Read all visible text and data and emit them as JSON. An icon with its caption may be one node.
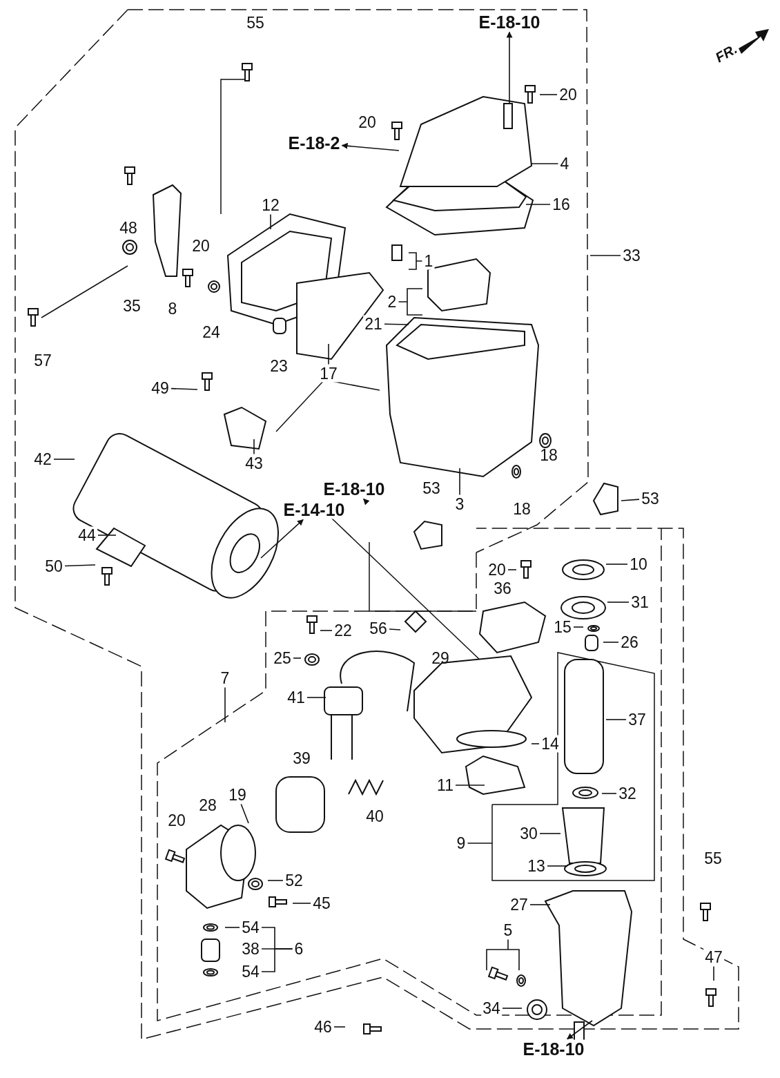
{
  "diagram": {
    "nodes": [
      {
        "text": [
          "E-18-10"
        ]
      },
      {
        "text": [
          "20"
        ]
      },
      {
        "text": [
          "E-18-2"
        ]
      },
      {
        "text": [
          "4"
        ]
      },
      {
        "text": [
          "16"
        ]
      },
      {
        "text": [
          "12"
        ]
      },
      {
        "text": [
          "33"
        ]
      },
      {
        "text": [
          "1"
        ]
      },
      {
        "text": [
          "2"
        ]
      },
      {
        "text": [
          "21"
        ]
      },
      {
        "text": [
          "17"
        ]
      },
      {
        "text": [
          "49"
        ]
      },
      {
        "text": [
          "42"
        ]
      },
      {
        "text": [
          "43"
        ]
      },
      {
        "text": [
          "E-18-10"
        ]
      },
      {
        "text": [
          "53"
        ]
      },
      {
        "text": [
          "3"
        ]
      },
      {
        "text": [
          "E-14-10"
        ]
      },
      {
        "text": [
          "44"
        ]
      },
      {
        "text": [
          "50"
        ]
      },
      {
        "text": [
          "10"
        ]
      },
      {
        "text": [
          "20"
        ]
      },
      {
        "text": [
          "31"
        ]
      },
      {
        "text": [
          "56"
        ]
      },
      {
        "text": [
          "15"
        ]
      },
      {
        "text": [
          "22"
        ]
      },
      {
        "text": [
          "26"
        ]
      },
      {
        "text": [
          "25"
        ]
      },
      {
        "text": [
          "7"
        ]
      },
      {
        "text": [
          "41"
        ]
      },
      {
        "text": [
          "37"
        ]
      },
      {
        "text": [
          "14"
        ]
      },
      {
        "text": [
          "11"
        ]
      },
      {
        "text": [
          "32"
        ]
      },
      {
        "text": [
          "19"
        ]
      },
      {
        "text": [
          "30"
        ]
      },
      {
        "text": [
          "9"
        ]
      },
      {
        "text": [
          "13"
        ]
      },
      {
        "text": [
          "52"
        ]
      },
      {
        "text": [
          "45"
        ]
      },
      {
        "text": [
          "27"
        ]
      },
      {
        "text": [
          "54"
        ]
      },
      {
        "text": [
          "5"
        ]
      },
      {
        "text": [
          "6"
        ]
      },
      {
        "text": [
          "38"
        ]
      },
      {
        "text": [
          "47"
        ]
      },
      {
        "text": [
          "54"
        ]
      },
      {
        "text": [
          "34"
        ]
      },
      {
        "text": [
          "46"
        ]
      },
      {
        "text": [
          "E-18-10"
        ]
      }
    ],
    "edges": [
      {
        "from": null,
        "to": 0,
        "arrow": "to"
      },
      {
        "from": 1,
        "to": null,
        "arrow": "none"
      },
      {
        "from": null,
        "to": 2,
        "arrow": "to"
      },
      {
        "from": 3,
        "to": null,
        "arrow": "none"
      },
      {
        "from": 4,
        "to": null,
        "arrow": "none"
      },
      {
        "from": 5,
        "to": null,
        "arrow": "none"
      },
      {
        "from": 6,
        "to": null,
        "arrow": "none"
      },
      {
        "from": 7,
        "to": null,
        "arrow": "none"
      },
      {
        "from": 8,
        "to": null,
        "arrow": "none"
      },
      {
        "from": 9,
        "to": null,
        "arrow": "none"
      },
      {
        "from": 10,
        "to": null,
        "arrow": "none"
      },
      {
        "from": 11,
        "to": null,
        "arrow": "none"
      },
      {
        "from": 12,
        "to": null,
        "arrow": "none"
      },
      {
        "from": 13,
        "to": null,
        "arrow": "none"
      },
      {
        "from": null,
        "to": 14,
        "arrow": "to"
      },
      {
        "from": 15,
        "to": null,
        "arrow": "none"
      },
      {
        "from": 16,
        "to": null,
        "arrow": "none"
      },
      {
        "from": null,
        "to": 17,
        "arrow": "to"
      },
      {
        "from": 18,
        "to": null,
        "arrow": "none"
      },
      {
        "from": 19,
        "to": null,
        "arrow": "none"
      },
      {
        "from": 20,
        "to": null,
        "arrow": "none"
      },
      {
        "from": 21,
        "to": null,
        "arrow": "none"
      },
      {
        "from": 22,
        "to": null,
        "arrow": "none"
      },
      {
        "from": 23,
        "to": null,
        "arrow": "none"
      },
      {
        "from": 24,
        "to": null,
        "arrow": "none"
      },
      {
        "from": 25,
        "to": null,
        "arrow": "none"
      },
      {
        "from": 26,
        "to": null,
        "arrow": "none"
      },
      {
        "from": 27,
        "to": null,
        "arrow": "none"
      },
      {
        "from": 28,
        "to": null,
        "arrow": "none"
      },
      {
        "from": 29,
        "to": null,
        "arrow": "none"
      },
      {
        "from": 30,
        "to": null,
        "arrow": "none"
      },
      {
        "from": 31,
        "to": null,
        "arrow": "none"
      },
      {
        "from": 32,
        "to": null,
        "arrow": "none"
      },
      {
        "from": 33,
        "to": null,
        "arrow": "none"
      },
      {
        "from": 34,
        "to": null,
        "arrow": "none"
      },
      {
        "from": 35,
        "to": null,
        "arrow": "none"
      },
      {
        "from": 36,
        "to": null,
        "arrow": "none"
      },
      {
        "from": 37,
        "to": null,
        "arrow": "none"
      },
      {
        "from": 38,
        "to": null,
        "arrow": "none"
      },
      {
        "from": 39,
        "to": null,
        "arrow": "none"
      },
      {
        "from": 40,
        "to": null,
        "arrow": "none"
      },
      {
        "from": 41,
        "to": null,
        "arrow": "none"
      },
      {
        "from": 42,
        "to": null,
        "arrow": "none"
      },
      {
        "from": 43,
        "to": 41,
        "arrow": "none"
      },
      {
        "from": 43,
        "to": 44,
        "arrow": "none"
      },
      {
        "from": 43,
        "to": 46,
        "arrow": "none"
      },
      {
        "from": 45,
        "to": null,
        "arrow": "none"
      },
      {
        "from": 47,
        "to": null,
        "arrow": "none"
      },
      {
        "from": 48,
        "to": null,
        "arrow": "none"
      },
      {
        "from": null,
        "to": 49,
        "arrow": "to"
      }
    ],
    "labels": [
      "55",
      "FR.",
      "20",
      "48",
      "20",
      "35",
      "8",
      "24",
      "57",
      "23",
      "18",
      "53",
      "18",
      "36",
      "29",
      "39",
      "28",
      "40",
      "20",
      "55"
    ]
  }
}
